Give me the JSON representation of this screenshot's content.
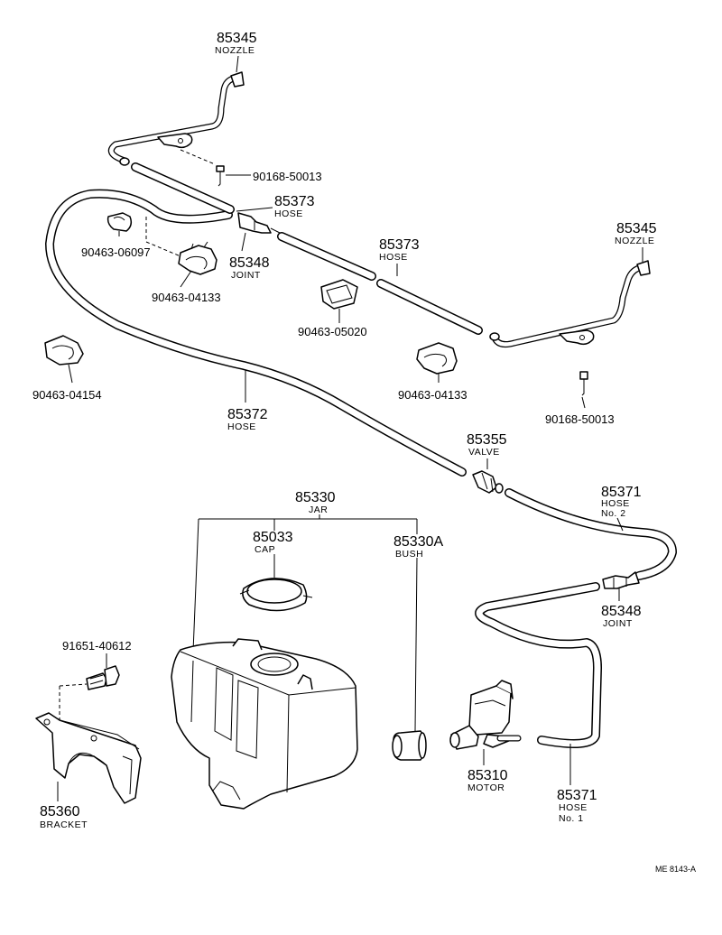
{
  "labels": {
    "nozzle_left": {
      "num": "85345",
      "name": "NOZZLE"
    },
    "nozzle_right": {
      "num": "85345",
      "name": "NOZZLE"
    },
    "screw_top": "90168-50013",
    "screw_right": "90168-50013",
    "hose_85373_a": {
      "num": "85373",
      "name": "HOSE"
    },
    "hose_85373_b": {
      "num": "85373",
      "name": "HOSE"
    },
    "clip_06097": "90463-06097",
    "joint_top": {
      "num": "85348",
      "name": "JOINT"
    },
    "clip_04133_a": "90463-04133",
    "clip_05020": "90463-05020",
    "clip_04154": "90463-04154",
    "clip_04133_b": "90463-04133",
    "hose_85372": {
      "num": "85372",
      "name": "HOSE"
    },
    "valve": {
      "num": "85355",
      "name": "VALVE"
    },
    "jar": {
      "num": "85330",
      "name": "JAR"
    },
    "cap": {
      "num": "85033",
      "name": "CAP"
    },
    "bush": {
      "num": "85330A",
      "name": "BUSH"
    },
    "hose_no2": {
      "num": "85371",
      "name": "HOSE",
      "sub": "No. 2"
    },
    "joint_bottom": {
      "num": "85348",
      "name": "JOINT"
    },
    "bolt": "91651-40612",
    "motor": {
      "num": "85310",
      "name": "MOTOR"
    },
    "hose_no1": {
      "num": "85371",
      "name": "HOSE",
      "sub": "No. 1"
    },
    "bracket": {
      "num": "85360",
      "name": "BRACKET"
    },
    "ref_code": "ME 8143-A"
  }
}
